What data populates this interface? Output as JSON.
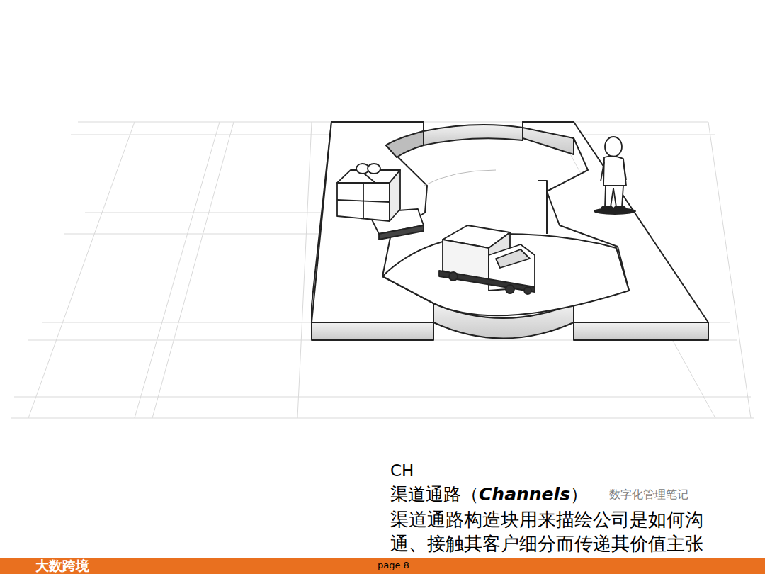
{
  "diagram": {
    "labels": [
      "CH",
      "渠道通路（Channels）",
      "渠道通路构造块用来描绘公司是如何沟通、接触其客户细分而传递其价值主张",
      "数字化管理笔记",
      "大数跨境",
      "page 8"
    ]
  }
}
